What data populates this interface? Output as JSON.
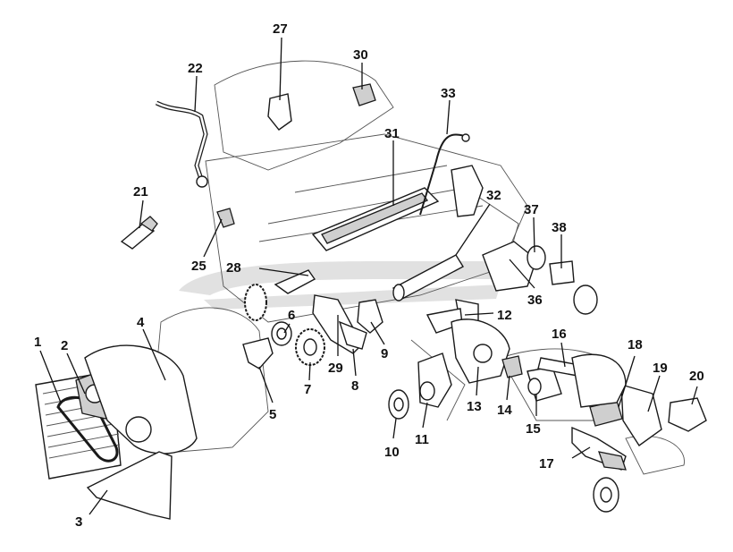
{
  "diagram": {
    "callouts": [
      {
        "id": "c1",
        "text": "1"
      },
      {
        "id": "c2",
        "text": "2"
      },
      {
        "id": "c3",
        "text": "3"
      },
      {
        "id": "c4",
        "text": "4"
      },
      {
        "id": "c5",
        "text": "5"
      },
      {
        "id": "c6",
        "text": "6"
      },
      {
        "id": "c7",
        "text": "7"
      },
      {
        "id": "c8",
        "text": "8"
      },
      {
        "id": "c9",
        "text": "9"
      },
      {
        "id": "c10",
        "text": "10"
      },
      {
        "id": "c11",
        "text": "11"
      },
      {
        "id": "c12",
        "text": "12"
      },
      {
        "id": "c13",
        "text": "13"
      },
      {
        "id": "c14",
        "text": "14"
      },
      {
        "id": "c15",
        "text": "15"
      },
      {
        "id": "c16",
        "text": "16"
      },
      {
        "id": "c17",
        "text": "17"
      },
      {
        "id": "c18",
        "text": "18"
      },
      {
        "id": "c19",
        "text": "19"
      },
      {
        "id": "c20",
        "text": "20"
      },
      {
        "id": "c21",
        "text": "21"
      },
      {
        "id": "c22",
        "text": "22"
      },
      {
        "id": "c25",
        "text": "25"
      },
      {
        "id": "c27",
        "text": "27"
      },
      {
        "id": "c28",
        "text": "28"
      },
      {
        "id": "c29",
        "text": "29"
      },
      {
        "id": "c30",
        "text": "30"
      },
      {
        "id": "c31",
        "text": "31"
      },
      {
        "id": "c32",
        "text": "32"
      },
      {
        "id": "c33",
        "text": "33"
      },
      {
        "id": "c36",
        "text": "36"
      },
      {
        "id": "c37",
        "text": "37"
      },
      {
        "id": "c38",
        "text": "38"
      }
    ],
    "colors": {
      "line": "#1a1a1a",
      "shade": "#cfcfcf",
      "watermark": "#c9c9c9",
      "background": "#ffffff"
    }
  }
}
